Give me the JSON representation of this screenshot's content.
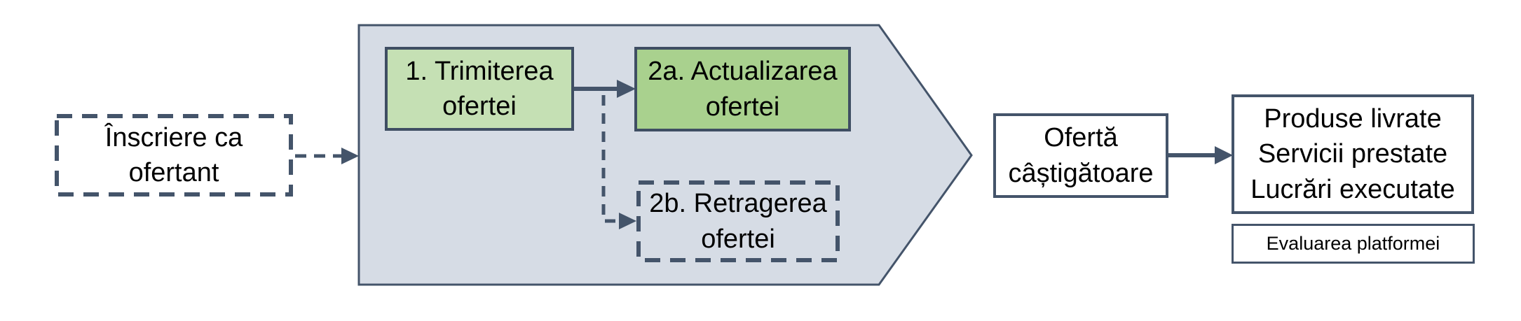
{
  "diagram": {
    "nodes": {
      "inscriere": {
        "label": "Înscriere ca\nofertant"
      },
      "trimiterea": {
        "label": "1. Trimiterea\nofertei"
      },
      "actualizarea": {
        "label": "2a. Actualizarea\nofertei"
      },
      "retragerea": {
        "label": "2b. Retragerea\nofertei"
      },
      "oferta": {
        "label": "Ofertă\ncâștigătoare"
      },
      "produse": {
        "label": "Produse livrate\nServicii prestate\nLucrări executate"
      },
      "evaluarea": {
        "label": "Evaluarea platformei"
      }
    },
    "colors": {
      "border_accent": "#44546a",
      "container_fill": "#d6dce5",
      "step1_fill": "#c5e0b4",
      "step2a_fill": "#a9d18e",
      "box_fill": "#ffffff",
      "text": "#000000"
    }
  }
}
